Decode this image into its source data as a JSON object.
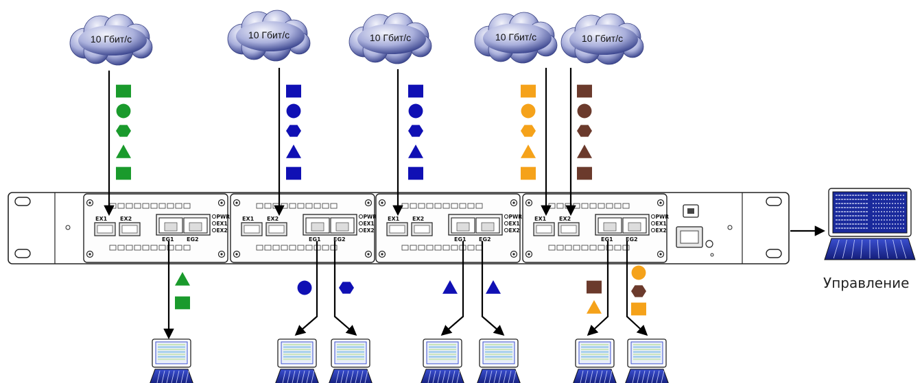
{
  "clouds": [
    {
      "label": "10 Гбит/с"
    },
    {
      "label": "10 Гбит/с"
    },
    {
      "label": "10 Гбит/с"
    },
    {
      "label": "10 Гбит/с"
    },
    {
      "label": "10 Гбит/с"
    }
  ],
  "management": {
    "label": "Управление"
  },
  "module_labels": {
    "ex1": "EX1",
    "ex2": "EX2",
    "eg1": "EG1",
    "eg2": "EG2",
    "pwr": "PWR",
    "led_ex1": "EX1",
    "led_ex2": "EX2"
  },
  "colors": {
    "green": "#1a9a2c",
    "blue": "#1010b4",
    "orange": "#f5a21a",
    "brown": "#6b3a2c",
    "cloud_light": "#d6d9ee",
    "cloud_dark": "#2f3a86"
  },
  "traffic_streams": [
    {
      "color": "green",
      "shapes": [
        "square",
        "circle",
        "hexagon",
        "triangle",
        "square"
      ]
    },
    {
      "color": "blue",
      "shapes": [
        "square",
        "circle",
        "hexagon",
        "triangle",
        "square"
      ]
    },
    {
      "color": "blue",
      "shapes": [
        "square",
        "circle",
        "hexagon",
        "triangle",
        "square"
      ]
    },
    {
      "color": "orange",
      "shapes": [
        "square",
        "circle",
        "hexagon",
        "triangle",
        "square"
      ]
    },
    {
      "color": "brown",
      "shapes": [
        "square",
        "circle",
        "hexagon",
        "triangle",
        "square"
      ]
    }
  ],
  "outputs": [
    {
      "color": "green",
      "shapes": [
        "triangle",
        "square"
      ]
    },
    {
      "color": "blue",
      "shapes": [
        "circle"
      ]
    },
    {
      "color": "blue",
      "shapes": [
        "hexagon"
      ]
    },
    {
      "color": "blue",
      "shapes": [
        "triangle"
      ]
    },
    {
      "color": "blue",
      "shapes": [
        "triangle"
      ]
    },
    {
      "color": "mixed",
      "shapes": [
        "brown-square",
        "orange-triangle"
      ]
    },
    {
      "color": "mixed",
      "shapes": [
        "orange-circle",
        "brown-hexagon",
        "orange-square"
      ]
    }
  ],
  "icons": [
    "cloud-icon",
    "laptop-icon",
    "rack-chassis-icon",
    "network-module-icon",
    "arrow-icon"
  ]
}
